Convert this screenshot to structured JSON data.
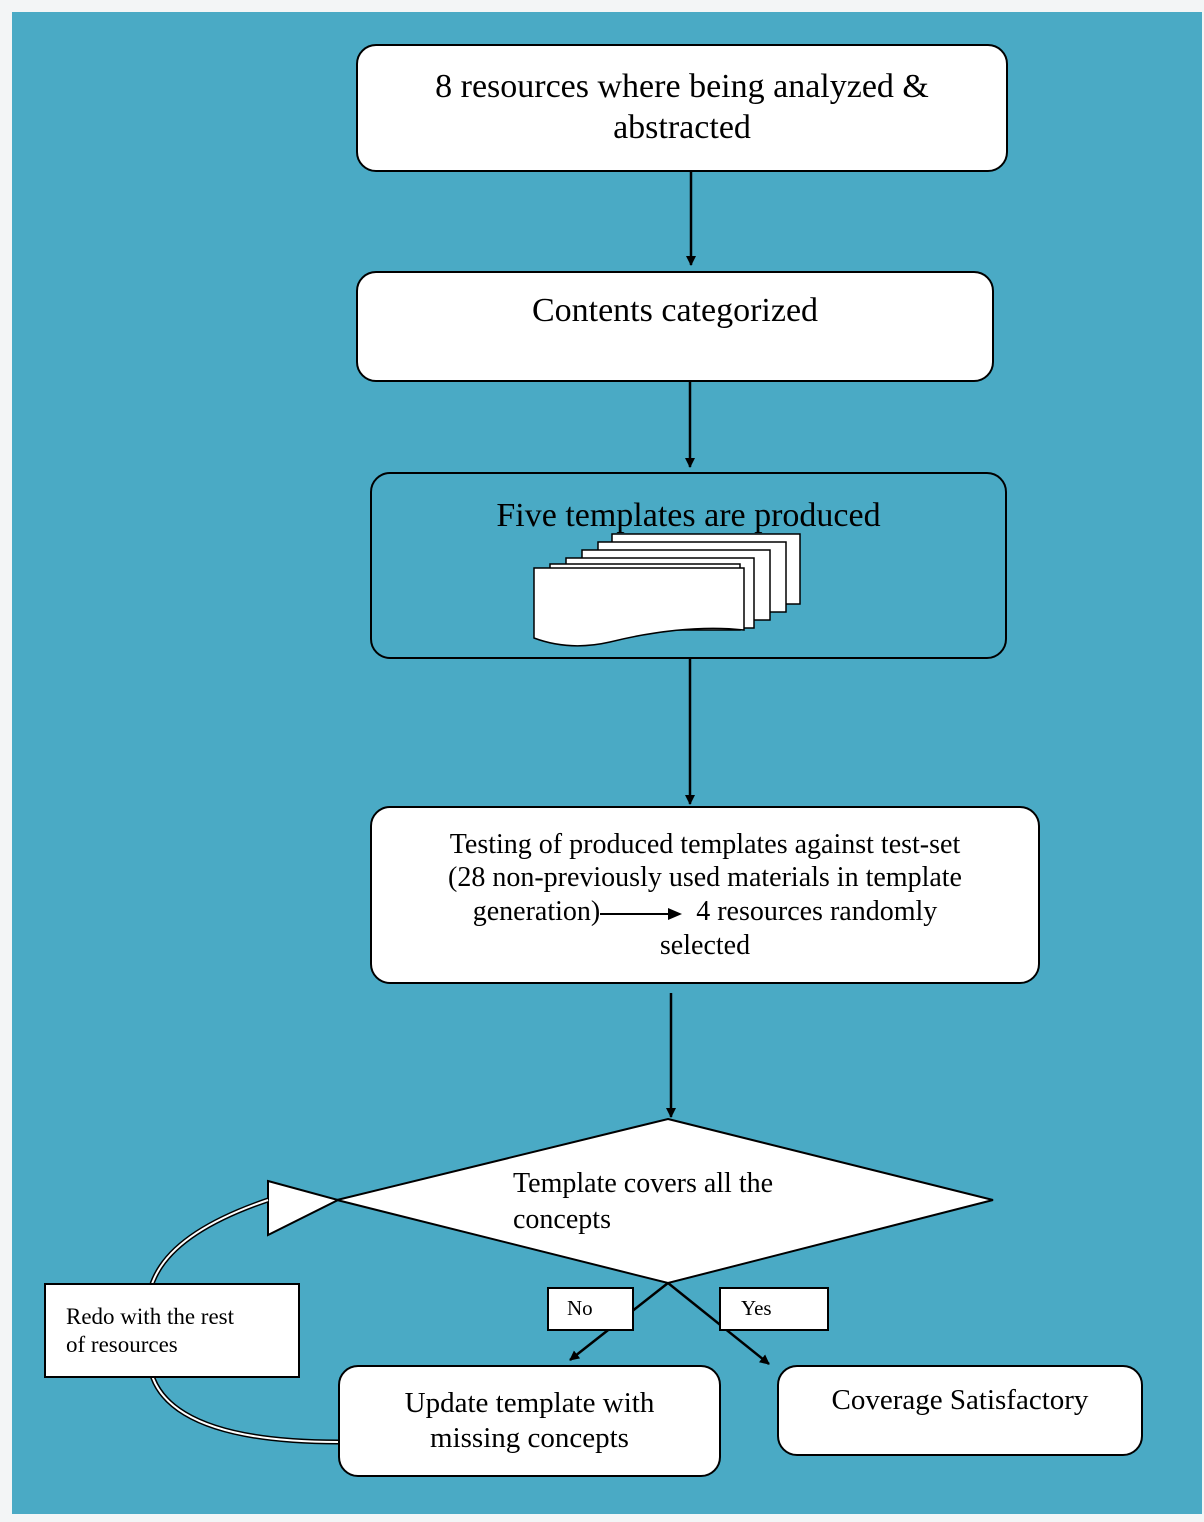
{
  "colors": {
    "page_background": "#f3f5f6",
    "panel_background": "#4aaac5",
    "box_fill": "#ffffff",
    "stroke": "#000000"
  },
  "steps": {
    "analyze": {
      "line1": "8 resources where being analyzed &",
      "line2": "abstracted"
    },
    "categorize": {
      "text": "Contents categorized"
    },
    "templates": {
      "text": "Five templates are produced",
      "icon": "stacked-documents-icon"
    },
    "testing": {
      "line1": "Testing of produced templates against test-set",
      "line2": "(28 non-previously used materials in template",
      "line3_a": "generation)",
      "line3_b": "4 resources randomly",
      "line4": "selected"
    }
  },
  "decision": {
    "line1": "Template covers all the",
    "line2": "concepts"
  },
  "branches": {
    "no_label": "No",
    "yes_label": "Yes"
  },
  "outcomes": {
    "update": {
      "line1": "Update template with",
      "line2": "missing concepts"
    },
    "satisfactory": {
      "text": "Coverage Satisfactory"
    }
  },
  "loop_note": {
    "line1": "Redo with the rest",
    "line2": "of resources"
  }
}
